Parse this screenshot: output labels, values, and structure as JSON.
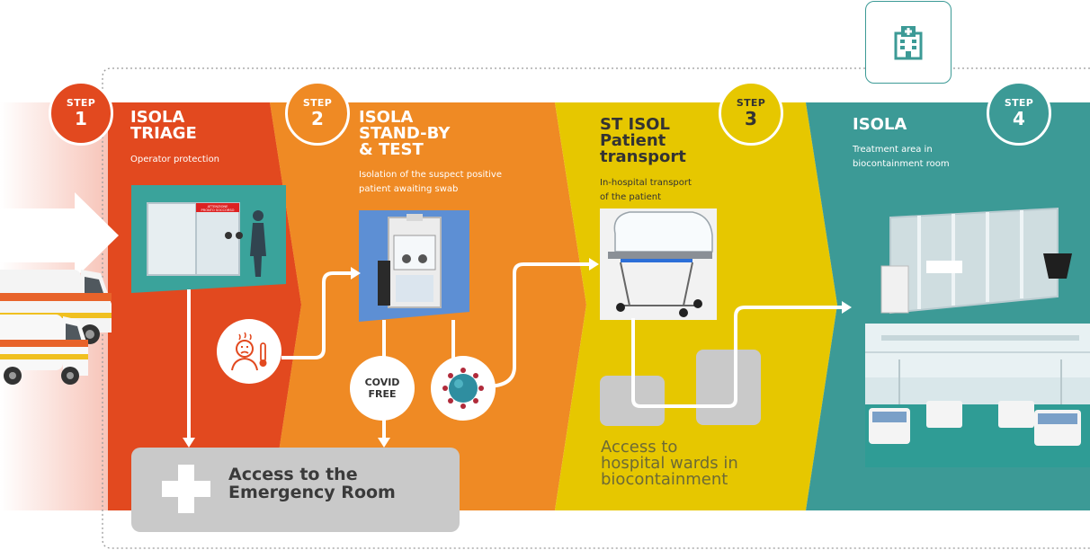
{
  "colors": {
    "step1": "#e2491f",
    "step2": "#ef8a24",
    "step3": "#e6c700",
    "step4": "#3c9a96",
    "grey_box": "#c9c9c9",
    "wards_text": "#6d6a35"
  },
  "steps": [
    {
      "word": "STEP",
      "number": "1",
      "title_lines": [
        "ISOLA",
        "TRIAGE"
      ],
      "subtitle_lines": [
        "Operator protection"
      ]
    },
    {
      "word": "STEP",
      "number": "2",
      "title_lines": [
        "ISOLA",
        "STAND-BY",
        "& TEST"
      ],
      "subtitle_lines": [
        "Isolation of the suspect positive",
        "patient awaiting swab"
      ]
    },
    {
      "word": "STEP",
      "number": "3",
      "title_lines": [
        "ST ISOL",
        "Patient",
        "transport"
      ],
      "subtitle_lines": [
        "In-hospital transport",
        "of the patient"
      ]
    },
    {
      "word": "STEP",
      "number": "4",
      "title_lines": [
        "ISOLA"
      ],
      "subtitle_lines": [
        "Treatment area in",
        "biocontainment room"
      ]
    }
  ],
  "booth_sign": [
    "ATTENZIONE",
    "PRONTO SOCCORSO"
  ],
  "covid_free": [
    "COVID",
    "FREE"
  ],
  "emergency_room": [
    "Access to the",
    "Emergency Room"
  ],
  "wards": [
    "Access to",
    "hospital wards in",
    "biocontainment"
  ],
  "icons": {
    "hospital": "hospital-building-icon",
    "fever": "fever-patient-icon",
    "virus": "virus-icon",
    "cross": "medical-cross-icon"
  }
}
